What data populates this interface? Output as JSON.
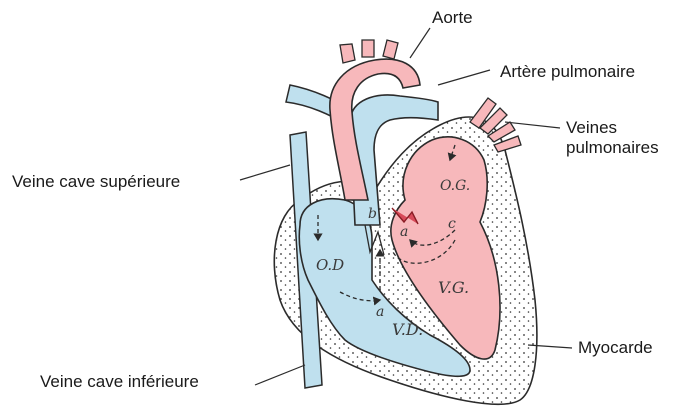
{
  "labels": {
    "aorte": "Aorte",
    "artere_pulmonaire": "Artère pulmonaire",
    "veines_pulmonaires_line1": "Veines",
    "veines_pulmonaires_line2": "pulmonaires",
    "veine_cave_superieure": "Veine cave supérieure",
    "veine_cave_inferieure": "Veine cave inférieure",
    "myocarde": "Myocarde"
  },
  "chambers": {
    "og": "O.G.",
    "vg": "V.G.",
    "od": "O.D",
    "vd": "V.D."
  },
  "valves": {
    "a_left": "a",
    "b": "b",
    "c": "c",
    "a_right": "a"
  },
  "colors": {
    "oxygenated": "#f7b8bb",
    "deoxygenated": "#bfe0ee",
    "myocardium": "#ffffff",
    "outline": "#2b2b2b"
  }
}
